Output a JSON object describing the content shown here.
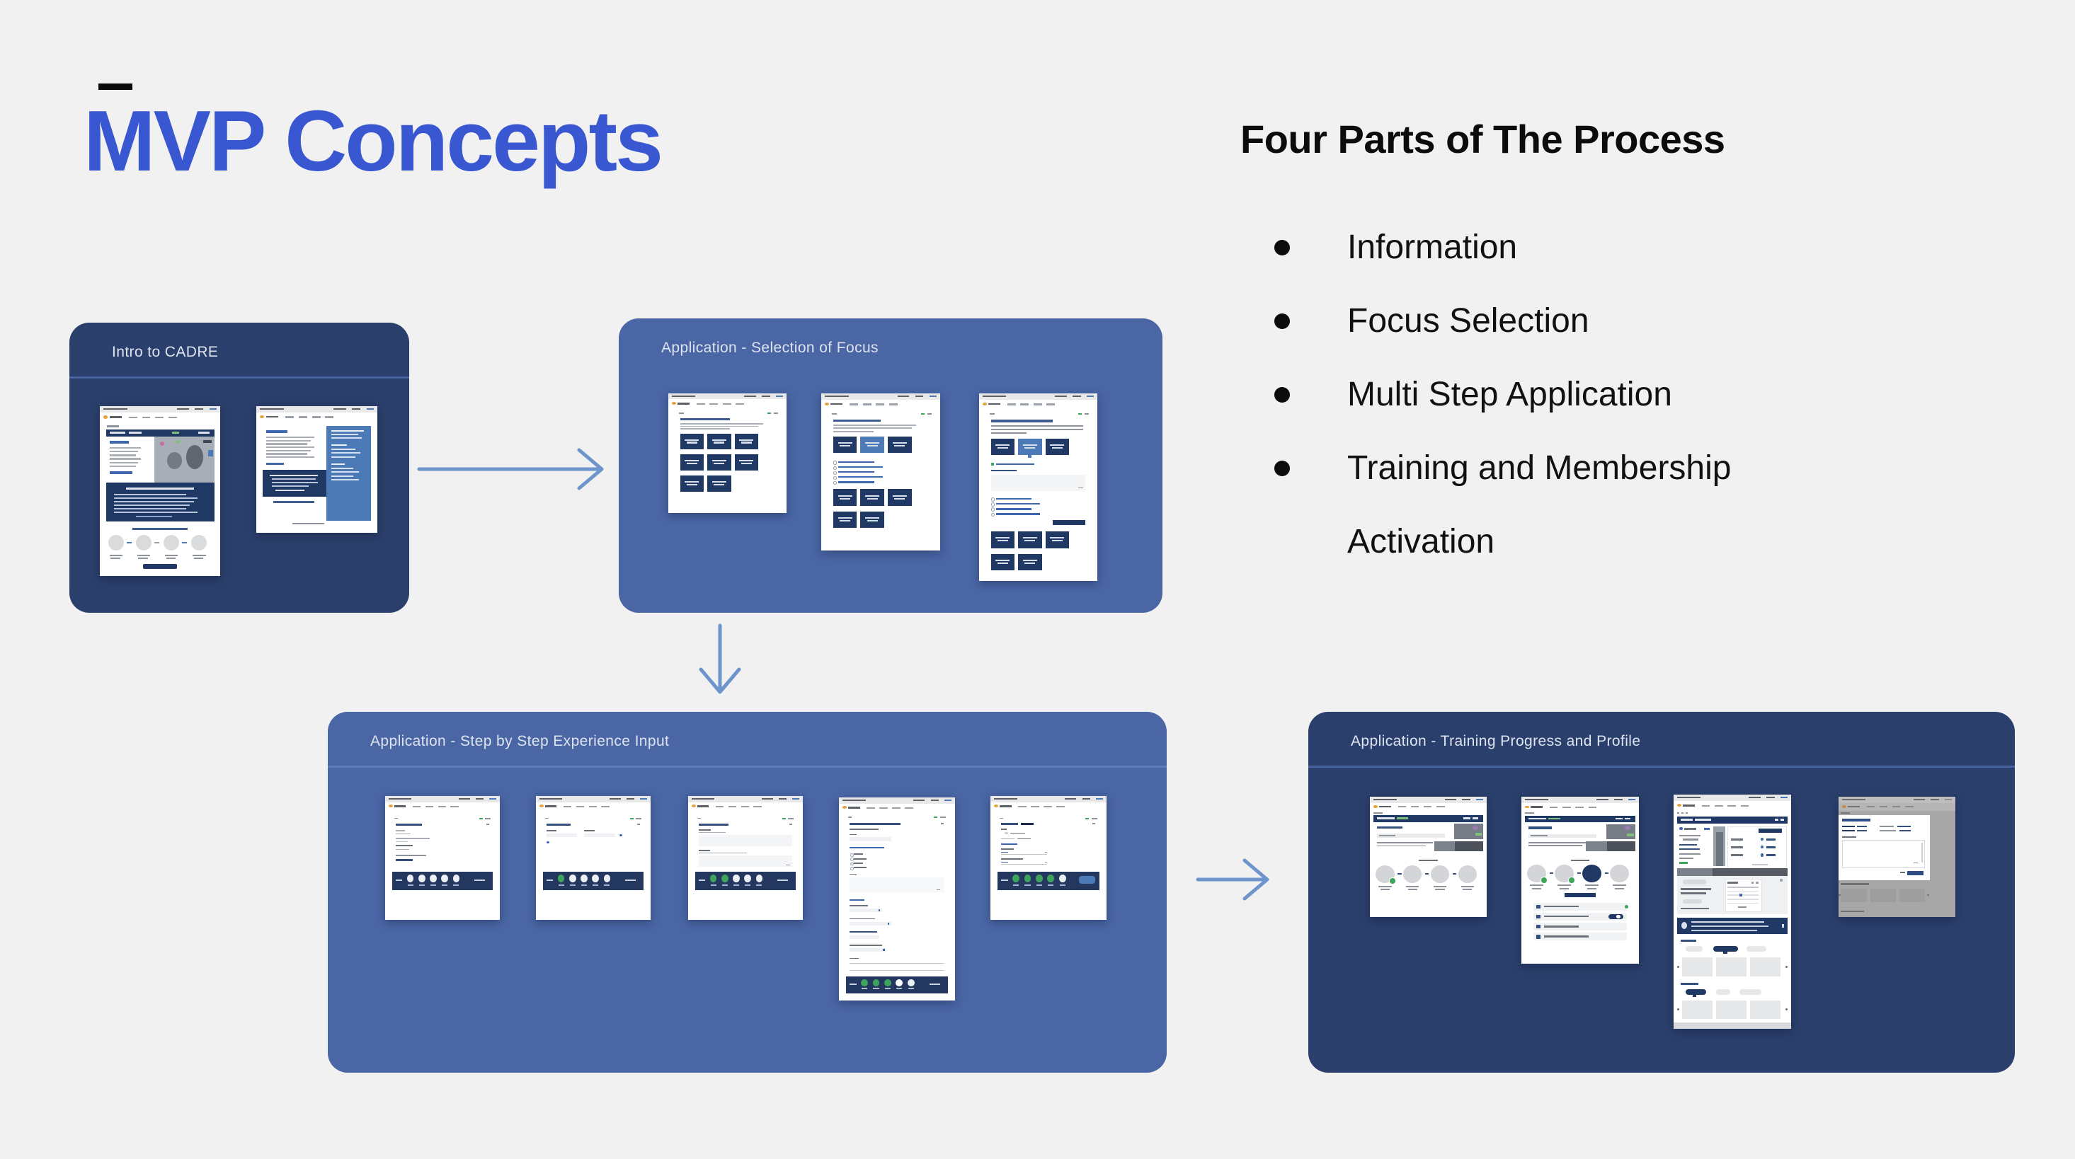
{
  "slide_title": "MVP Concepts",
  "process": {
    "heading": "Four Parts of The Process",
    "bullets": [
      "Information",
      "Focus Selection",
      "Multi Step Application",
      "Training and Membership Activation"
    ]
  },
  "panels": [
    {
      "label": "Intro to CADRE",
      "variant": "dark",
      "divider": true
    },
    {
      "label": "Application - Selection of Focus",
      "variant": "medium",
      "divider": false
    },
    {
      "label": "Application - Step by Step Experience Input",
      "variant": "medium",
      "divider": true
    },
    {
      "label": "Application - Training Progress and Profile",
      "variant": "dark",
      "divider": true
    }
  ],
  "palette": {
    "background": "#F1F1F2",
    "title_blue": "#3A57D2",
    "heading_ink": "#0C0C0C",
    "panel_dark": "#2B3F6C",
    "panel_medium": "#4A66A5",
    "panel_label": "#DEE4EF",
    "divider_on_dark": "#46619E",
    "divider_on_medium": "#5E7BB8",
    "arrow": "#6E95CB",
    "mock_navy": "#1F3864",
    "mock_steel": "#4C7AB6",
    "mock_green": "#3FA45B",
    "mock_orange": "#E8A33D"
  }
}
